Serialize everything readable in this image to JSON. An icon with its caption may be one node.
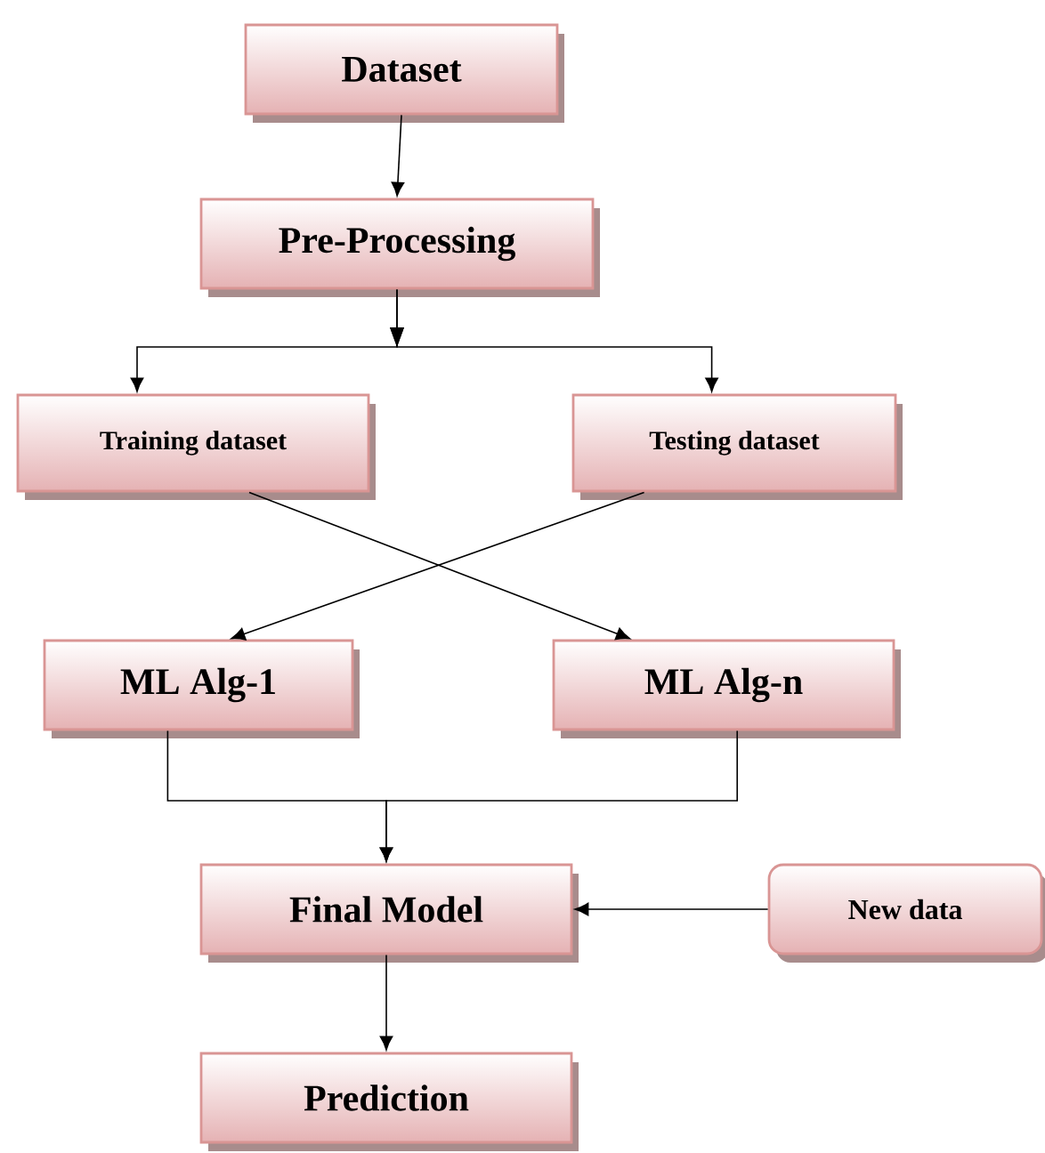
{
  "diagram": {
    "nodes": [
      {
        "text": [
          "Dataset"
        ]
      },
      {
        "text": [
          "Pre-Processing"
        ]
      },
      {
        "text": [
          "Training dataset"
        ]
      },
      {
        "text": [
          "Testing dataset"
        ]
      },
      {
        "text": [
          "ML Alg-1"
        ]
      },
      {
        "text": [
          "ML Alg-n"
        ]
      },
      {
        "text": [
          "Final Model"
        ]
      },
      {
        "text": [
          "New data"
        ]
      },
      {
        "text": [
          "Prediction"
        ]
      }
    ],
    "edges": [
      {
        "from": 0,
        "to": 1,
        "arrow": "to"
      },
      {
        "from": 1,
        "to": 2,
        "arrow": "to"
      },
      {
        "from": 1,
        "to": 3,
        "arrow": "to"
      },
      {
        "from": 2,
        "to": 5,
        "arrow": "to"
      },
      {
        "from": 3,
        "to": 4,
        "arrow": "to"
      },
      {
        "from": 4,
        "to": 6,
        "arrow": "to"
      },
      {
        "from": 5,
        "to": 6,
        "arrow": "to"
      },
      {
        "from": 7,
        "to": 6,
        "arrow": "to"
      },
      {
        "from": 6,
        "to": 8,
        "arrow": "to"
      }
    ]
  }
}
